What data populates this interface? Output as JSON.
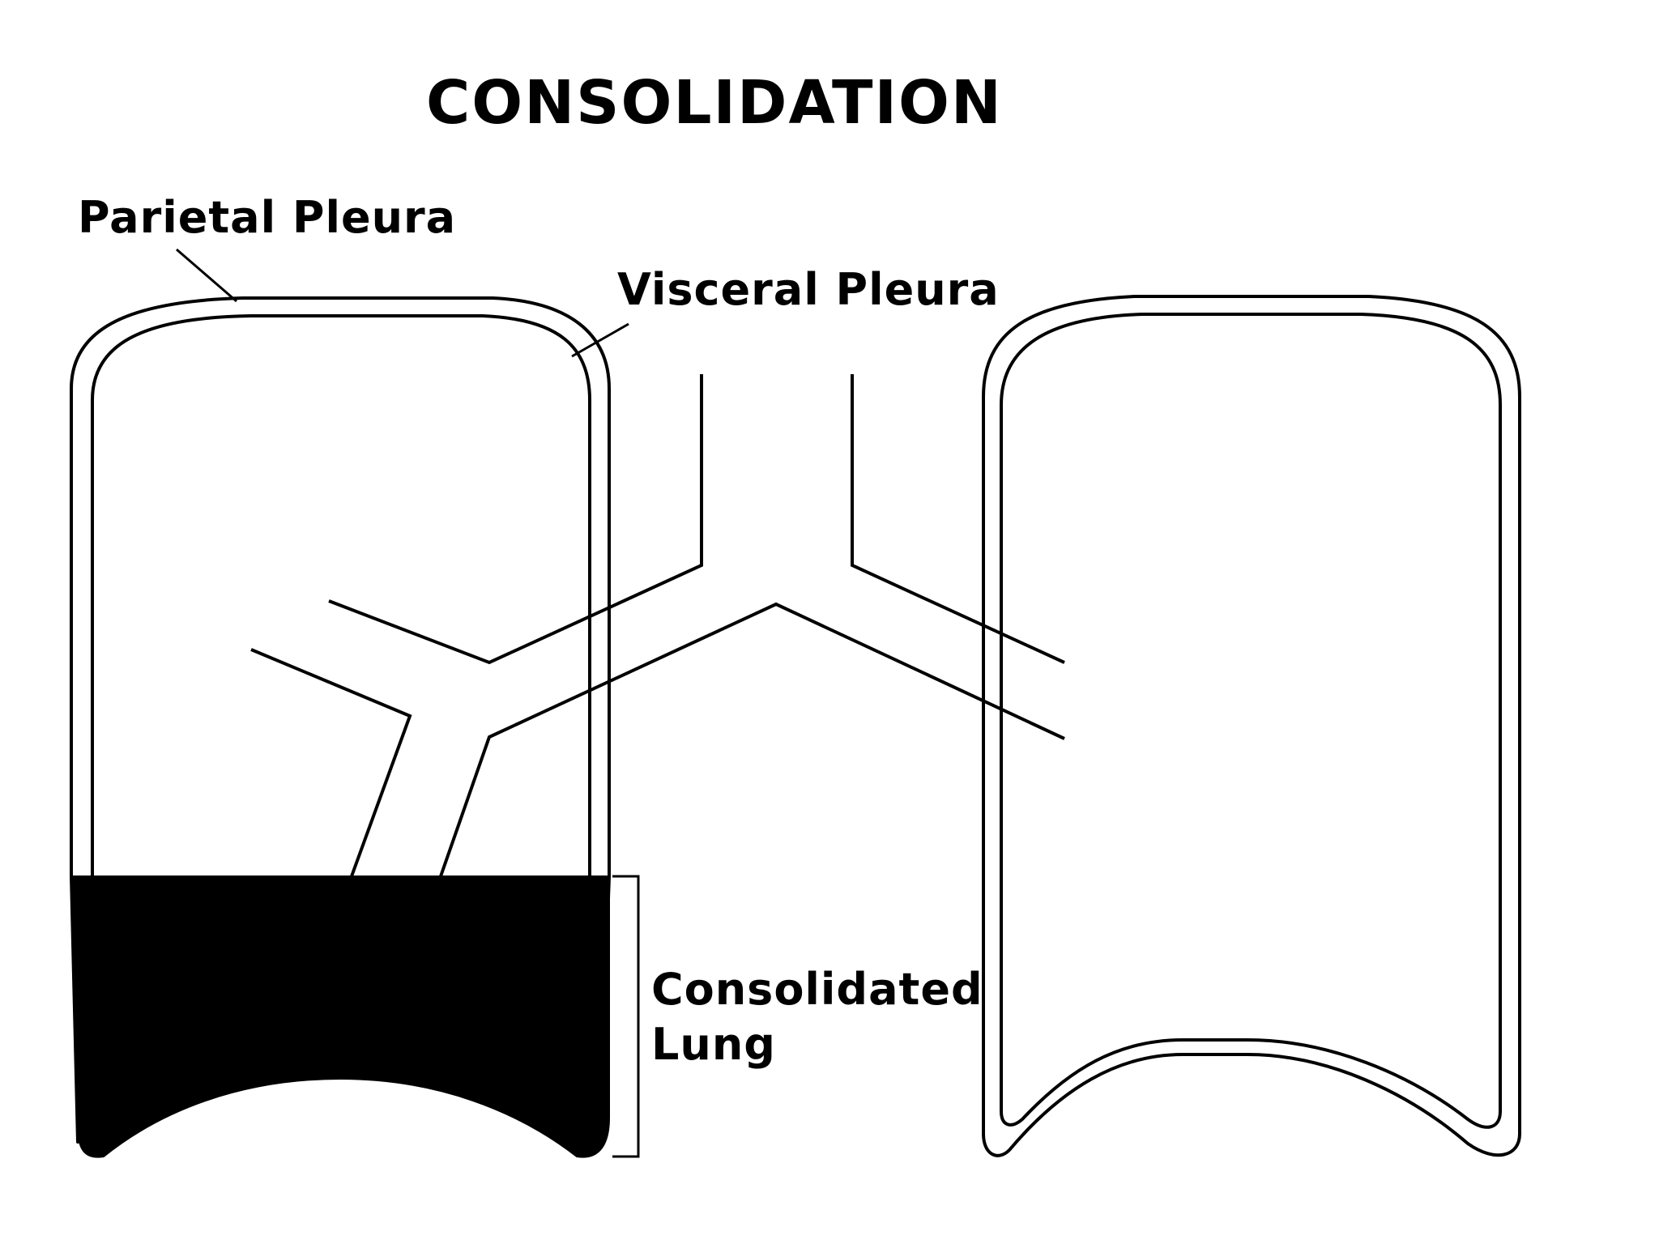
{
  "title": "CONSOLIDATION",
  "labels": {
    "parietal_pleura": "Parietal Pleura",
    "visceral_pleura": "Visceral Pleura",
    "consolidated_line1": "Consolidated",
    "consolidated_line2": "Lung"
  },
  "colors": {
    "ink": "#000000",
    "background": "#ffffff"
  }
}
